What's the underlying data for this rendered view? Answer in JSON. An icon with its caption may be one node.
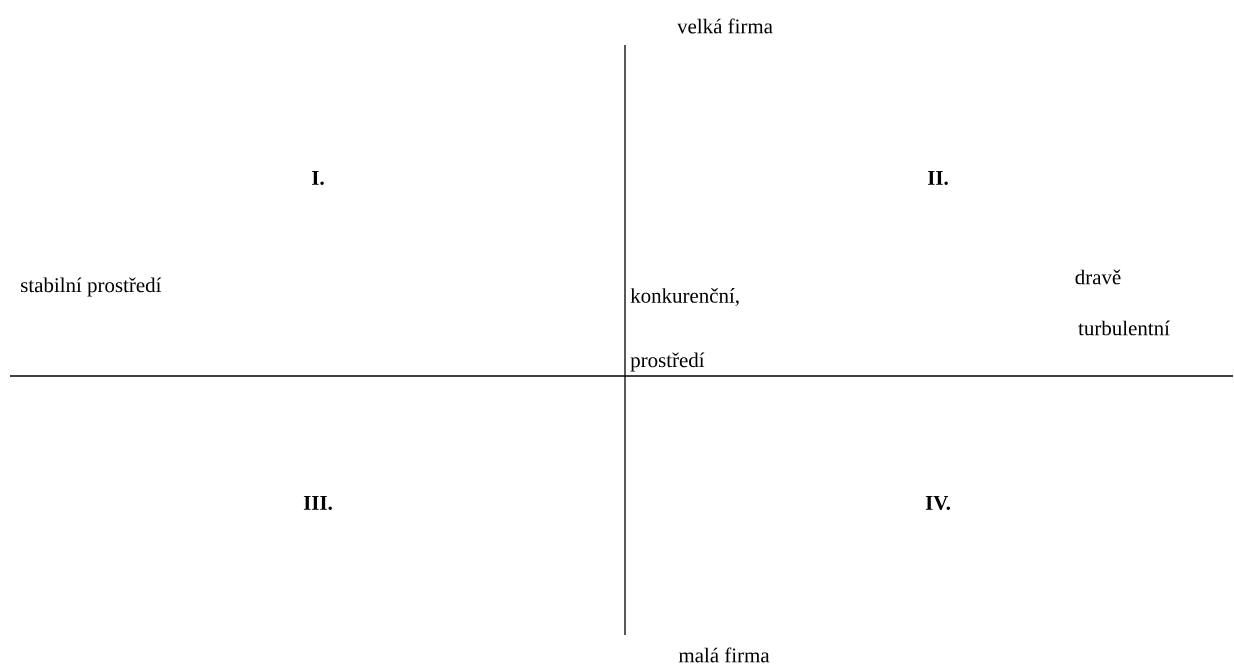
{
  "diagram": {
    "labels": [
      "velká firma",
      "I.",
      "II.",
      "dravě",
      "stabilní prostředí",
      "konkurenční,",
      "turbulentní",
      "prostředí",
      "III.",
      "IV.",
      "malá firma"
    ]
  }
}
